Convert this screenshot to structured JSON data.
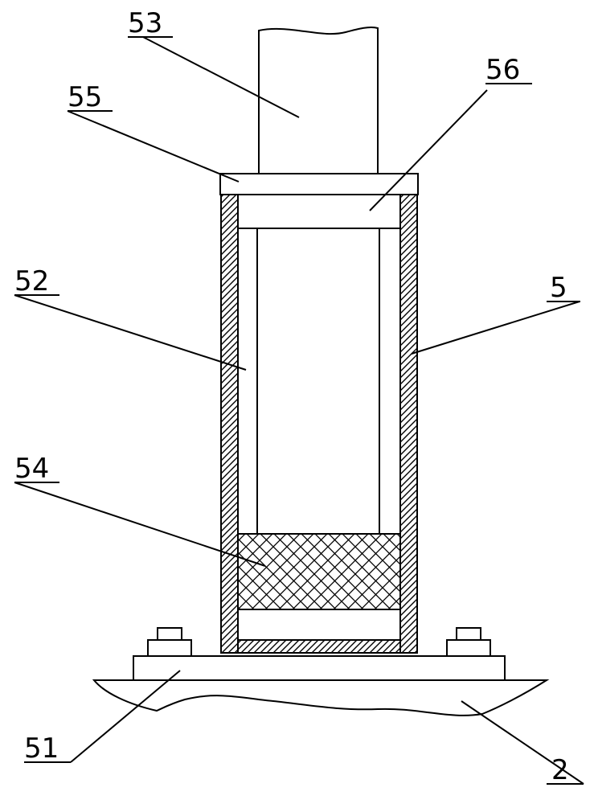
{
  "labels": {
    "l53": "53",
    "l55": "55",
    "l56": "56",
    "l52": "52",
    "l5": "5",
    "l54": "54",
    "l51": "51",
    "l2": "2"
  }
}
